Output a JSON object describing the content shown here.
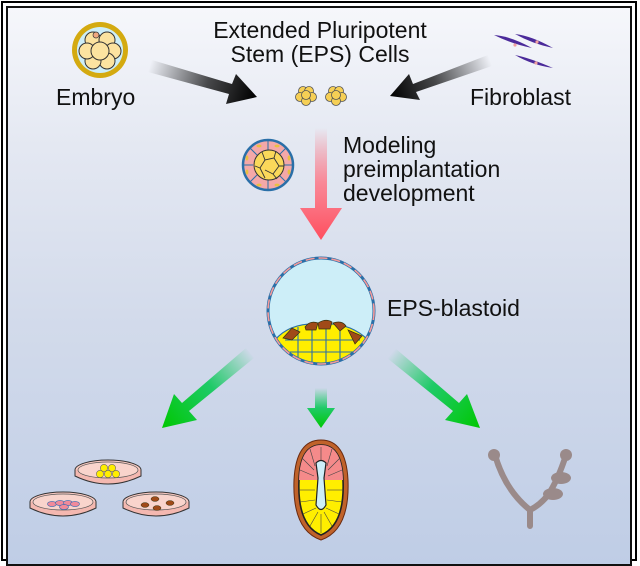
{
  "title": {
    "line1": "Extended Pluripotent",
    "line2": "Stem (EPS) Cells"
  },
  "sources": {
    "left": "Embryo",
    "right": "Fibroblast"
  },
  "process": {
    "line1": "Modeling",
    "line2": "preimplantation",
    "line3": "development"
  },
  "product": "EPS-blastoid",
  "colors": {
    "background_top": "#f6f7fb",
    "background_bottom": "#bfcde6",
    "arrow_black": "#000000",
    "arrow_red": "#ff5a6a",
    "arrow_green": "#00c800",
    "epiblast_yellow": "#ffee00",
    "trophectoderm_pink": "#f49a9a",
    "primitive_endoderm_brown": "#a04a18",
    "blastocoel_blue": "#cdeef8",
    "outline_blue": "#2a6fa8",
    "fibroblast_purple": "#4b2a9a",
    "embryo_gold": "#d4aa10",
    "cell_cream": "#fce3a0",
    "eps_cell_yellow": "#f6cf55",
    "tissue_gray": "#9a8a8a"
  },
  "icons": [
    "embryo-icon",
    "eps-cells-icon",
    "fibroblast-icon",
    "morula-icon",
    "blastoid-icon",
    "culture-dishes-icon",
    "egg-cylinder-embryo-icon",
    "branching-tissue-icon"
  ]
}
